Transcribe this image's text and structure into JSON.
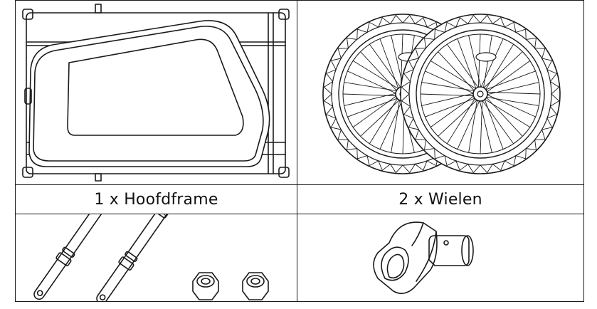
{
  "parts": [
    {
      "label": "1 x Hoofdframe",
      "icon": "main-frame-illustration"
    },
    {
      "label": "2 x Wielen",
      "icon": "wheels-illustration"
    },
    {
      "label": "",
      "icon": "axles-and-nuts-illustration"
    },
    {
      "label": "",
      "icon": "bracket-connector-illustration"
    }
  ]
}
